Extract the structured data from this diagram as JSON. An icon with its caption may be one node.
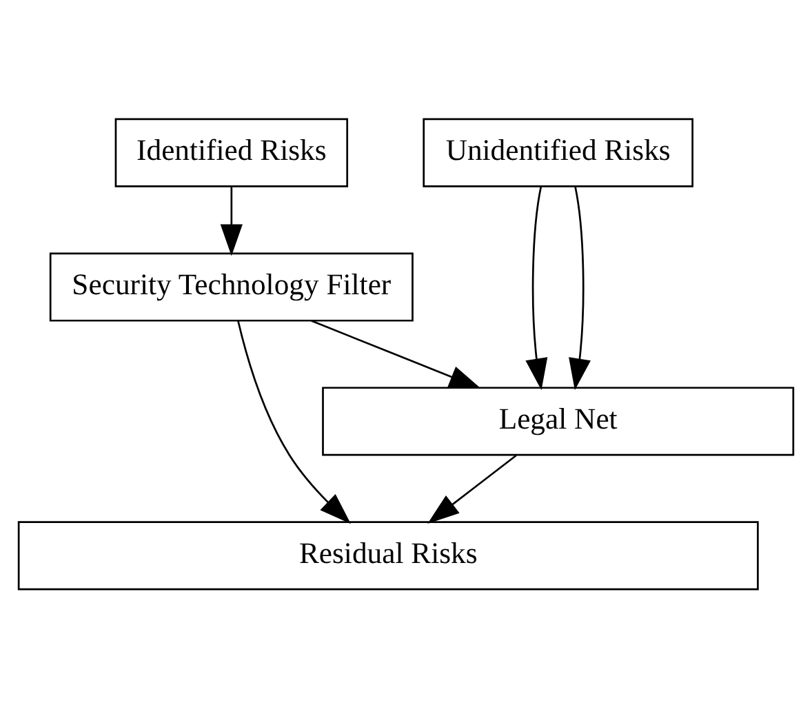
{
  "diagram": {
    "nodes": [
      {
        "text": [
          "Identified Risks"
        ]
      },
      {
        "text": [
          "Unidentified Risks"
        ]
      },
      {
        "text": [
          "Security Technology Filter"
        ]
      },
      {
        "text": [
          "Legal Net"
        ]
      },
      {
        "text": [
          "Residual Risks"
        ]
      }
    ],
    "edges": [
      {
        "from": 0,
        "to": 2,
        "arrow": "to"
      },
      {
        "from": 2,
        "to": 4,
        "arrow": "to"
      },
      {
        "from": 2,
        "to": 3,
        "arrow": "to"
      },
      {
        "from": 1,
        "to": 3,
        "arrow": "to"
      },
      {
        "from": 1,
        "to": 3,
        "arrow": "to"
      },
      {
        "from": 3,
        "to": 4,
        "arrow": "to"
      }
    ]
  }
}
